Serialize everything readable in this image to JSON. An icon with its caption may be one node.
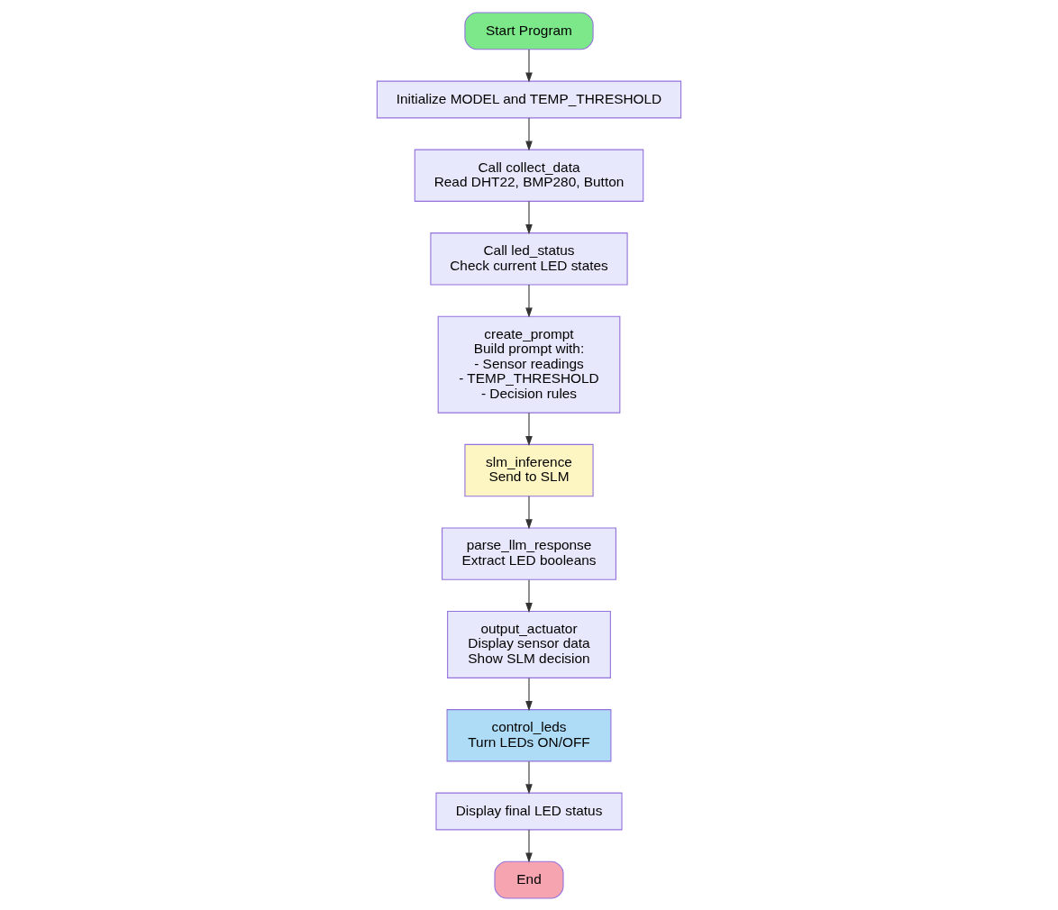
{
  "diagram": {
    "nodes": [
      {
        "text": [
          "Start Program"
        ]
      },
      {
        "text": [
          "Initialize MODEL and TEMP_THRESHOLD"
        ]
      },
      {
        "text": [
          "Call collect_data",
          "Read DHT22, BMP280, Button"
        ]
      },
      {
        "text": [
          "Call led_status",
          "Check current LED states"
        ]
      },
      {
        "text": [
          "create_prompt",
          "Build prompt with:",
          "- Sensor readings",
          "- TEMP_THRESHOLD",
          "- Decision rules"
        ]
      },
      {
        "text": [
          "slm_inference",
          "Send to SLM"
        ]
      },
      {
        "text": [
          "parse_llm_response",
          "Extract LED booleans"
        ]
      },
      {
        "text": [
          "output_actuator",
          "Display sensor data",
          "Show SLM decision"
        ]
      },
      {
        "text": [
          "control_leds",
          "Turn LEDs ON/OFF"
        ]
      },
      {
        "text": [
          "Display final LED status"
        ]
      },
      {
        "text": [
          "End"
        ]
      }
    ],
    "edges": [
      {
        "from": 0,
        "to": 1,
        "arrow": "to"
      },
      {
        "from": 1,
        "to": 2,
        "arrow": "to"
      },
      {
        "from": 2,
        "to": 3,
        "arrow": "to"
      },
      {
        "from": 3,
        "to": 4,
        "arrow": "to"
      },
      {
        "from": 4,
        "to": 5,
        "arrow": "to"
      },
      {
        "from": 5,
        "to": 6,
        "arrow": "to"
      },
      {
        "from": 6,
        "to": 7,
        "arrow": "to"
      },
      {
        "from": 7,
        "to": 8,
        "arrow": "to"
      },
      {
        "from": 8,
        "to": 9,
        "arrow": "to"
      },
      {
        "from": 9,
        "to": 10,
        "arrow": "to"
      }
    ]
  }
}
